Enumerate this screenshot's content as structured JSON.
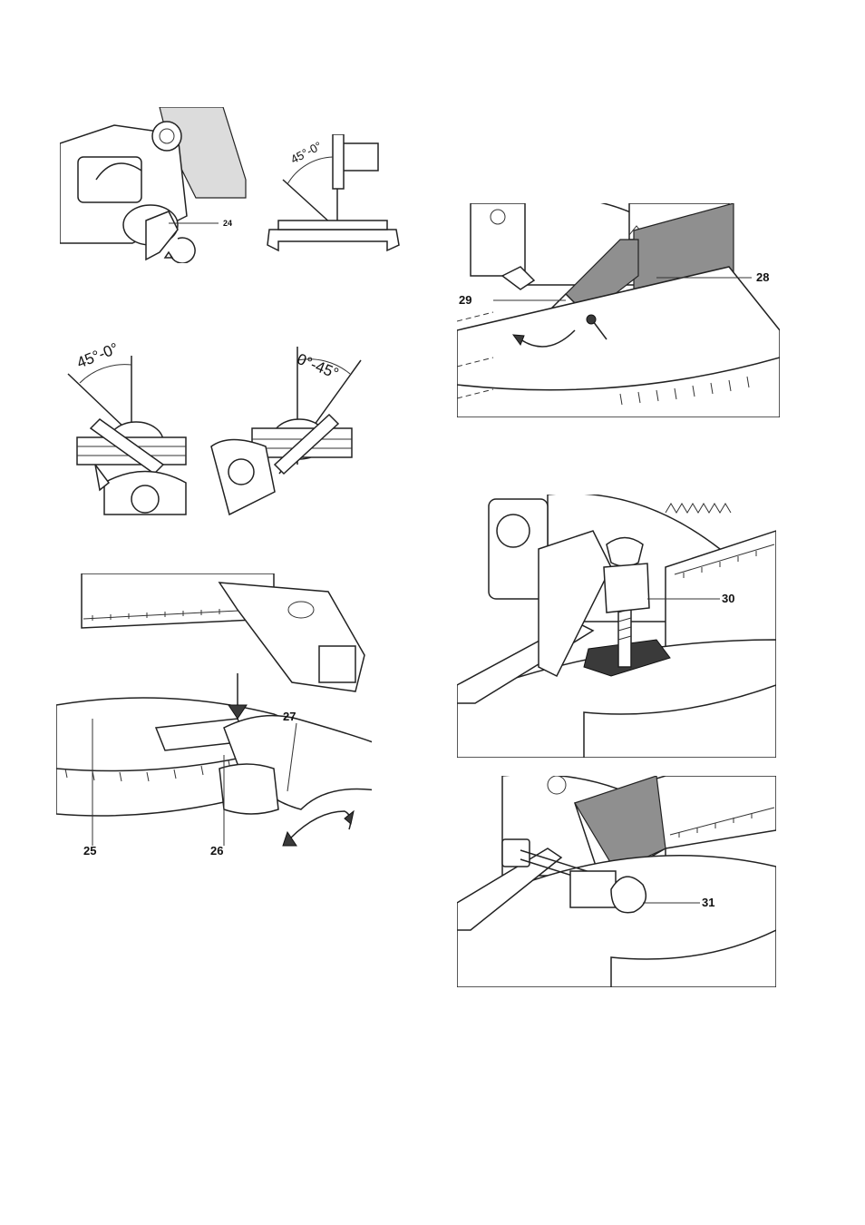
{
  "figures": {
    "top_left_bevel_lock": {
      "callout": "24"
    },
    "top_left_bevel_scale": {
      "angle": "45°-0°"
    },
    "mid_left_left_bevel": {
      "angle": "45°-0°"
    },
    "mid_left_right_bevel": {
      "angle": "0°-45°"
    },
    "bottom_left_miter": {
      "callouts": [
        "25",
        "26",
        "27"
      ]
    },
    "right_fence": {
      "callouts": [
        "28",
        "29"
      ]
    },
    "right_clamp_vertical": {
      "callout": "30"
    },
    "right_clamp_horizontal": {
      "callout": "31"
    }
  }
}
